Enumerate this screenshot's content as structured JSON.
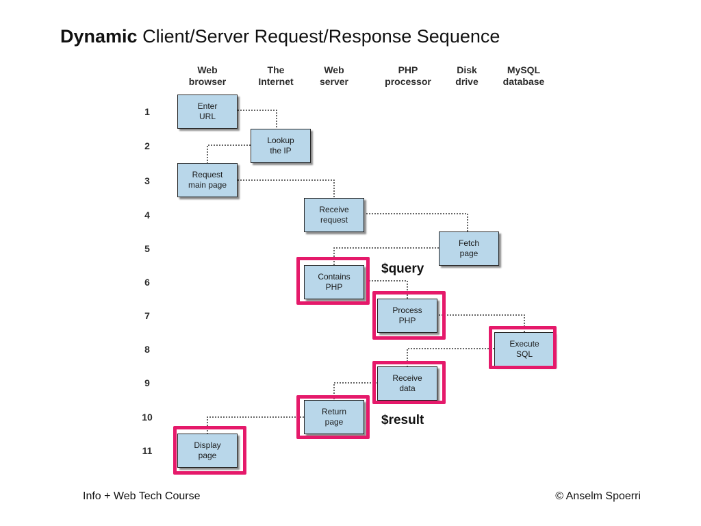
{
  "title": {
    "bold": "Dynamic",
    "rest": "Client/Server Request/Response Sequence"
  },
  "columns": [
    {
      "line1": "Web",
      "line2": "browser"
    },
    {
      "line1": "The",
      "line2": "Internet"
    },
    {
      "line1": "Web",
      "line2": "server"
    },
    {
      "line1": "PHP",
      "line2": "processor"
    },
    {
      "line1": "Disk",
      "line2": "drive"
    },
    {
      "line1": "MySQL",
      "line2": "database"
    }
  ],
  "rows": [
    "1",
    "2",
    "3",
    "4",
    "5",
    "6",
    "7",
    "8",
    "9",
    "10",
    "11"
  ],
  "steps": [
    {
      "line1": "Enter",
      "line2": "URL",
      "highlighted": false
    },
    {
      "line1": "Lookup",
      "line2": "the IP",
      "highlighted": false
    },
    {
      "line1": "Request",
      "line2": "main page",
      "highlighted": false
    },
    {
      "line1": "Receive",
      "line2": "request",
      "highlighted": false
    },
    {
      "line1": "Fetch",
      "line2": "page",
      "highlighted": false
    },
    {
      "line1": "Contains",
      "line2": "PHP",
      "highlighted": true
    },
    {
      "line1": "Process",
      "line2": "PHP",
      "highlighted": true
    },
    {
      "line1": "Execute",
      "line2": "SQL",
      "highlighted": true
    },
    {
      "line1": "Receive",
      "line2": "data",
      "highlighted": true
    },
    {
      "line1": "Return",
      "line2": "page",
      "highlighted": true
    },
    {
      "line1": "Display",
      "line2": "page",
      "highlighted": true
    }
  ],
  "annotations": {
    "query": "$query",
    "result": "$result"
  },
  "footer": {
    "left": "Info + Web Tech Course",
    "right": "© Anselm Spoerri"
  },
  "colors": {
    "box_fill": "#b9d7ea",
    "highlight": "#e5196a"
  }
}
